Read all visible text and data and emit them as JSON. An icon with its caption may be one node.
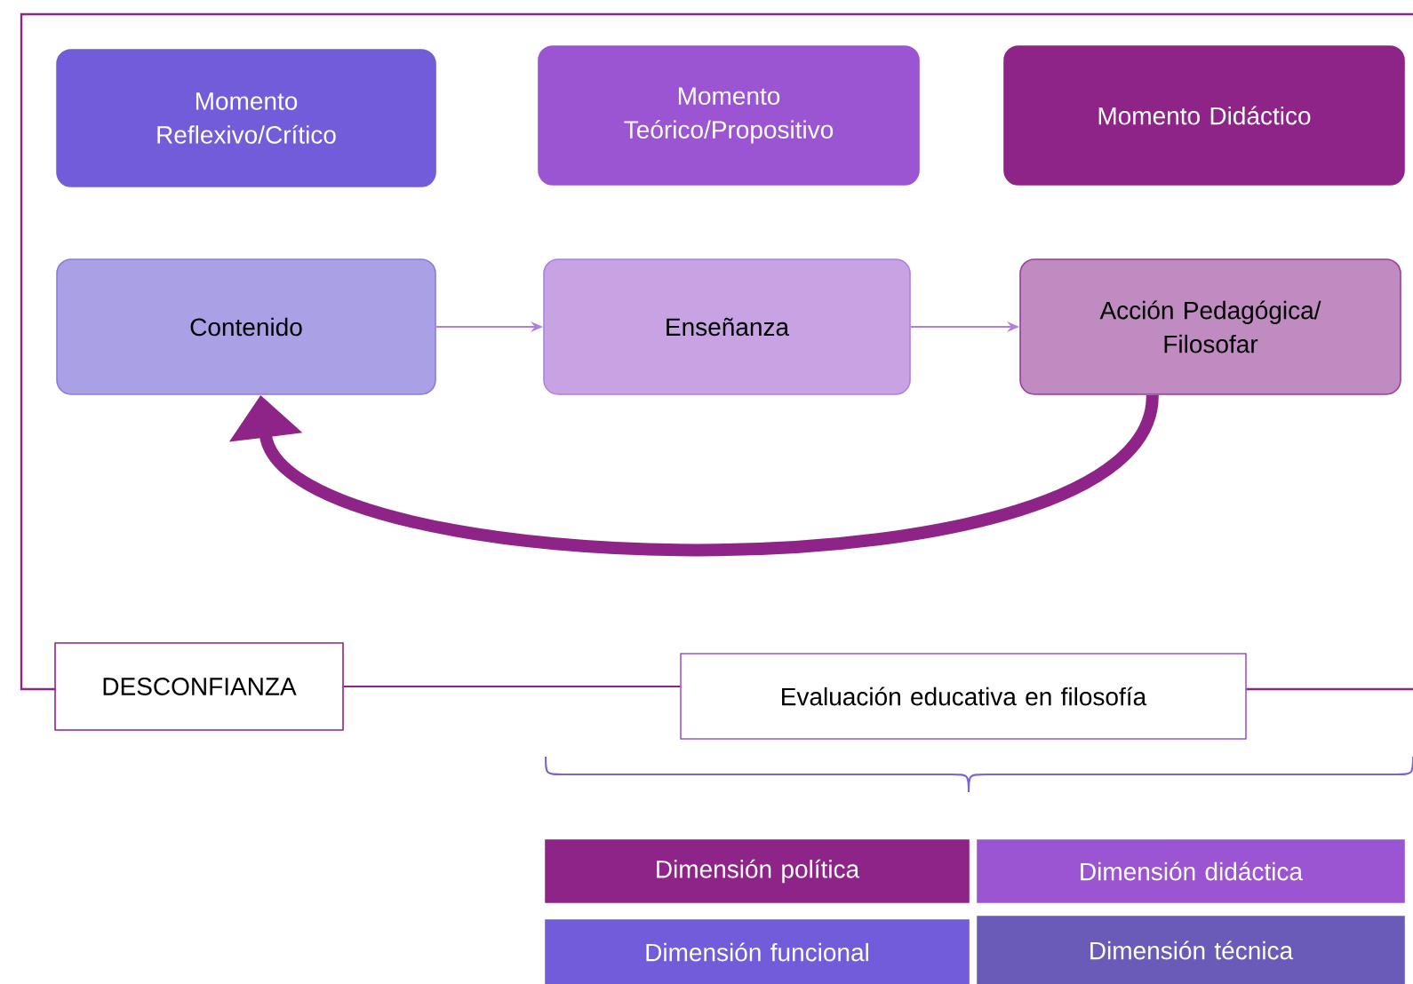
{
  "diagram": {
    "nodes": [
      {
        "text": [
          "Momento Reflexivo/Crítico"
        ]
      },
      {
        "text": [
          "Momento Teórico/Propositivo"
        ]
      },
      {
        "text": [
          "Momento Didáctico"
        ]
      },
      {
        "text": [
          "Contenido"
        ]
      },
      {
        "text": [
          "Enseñanza"
        ]
      },
      {
        "text": [
          "Acción Pedagógica/ Filosofar"
        ]
      },
      {
        "text": [
          "DESCONFIANZA"
        ]
      },
      {
        "text": [
          "Evaluación educativa en filosofía"
        ]
      },
      {
        "text": [
          "Dimensión política"
        ]
      },
      {
        "text": [
          "Dimensión didáctica"
        ]
      },
      {
        "text": [
          "Dimensión funcional"
        ]
      },
      {
        "text": [
          "Dimensión técnica"
        ]
      }
    ],
    "edges": [
      {
        "from": 3,
        "to": 4,
        "arrow": "to",
        "color": "#b07fe0"
      },
      {
        "from": 4,
        "to": 5,
        "arrow": "to",
        "color": "#b07fe0"
      },
      {
        "from": 5,
        "to": 3,
        "arrow": "to",
        "style": "thick",
        "color": "#8e2488"
      },
      {
        "from": 6,
        "to": 7,
        "arrow": "none",
        "color": "#8e2488"
      }
    ]
  }
}
